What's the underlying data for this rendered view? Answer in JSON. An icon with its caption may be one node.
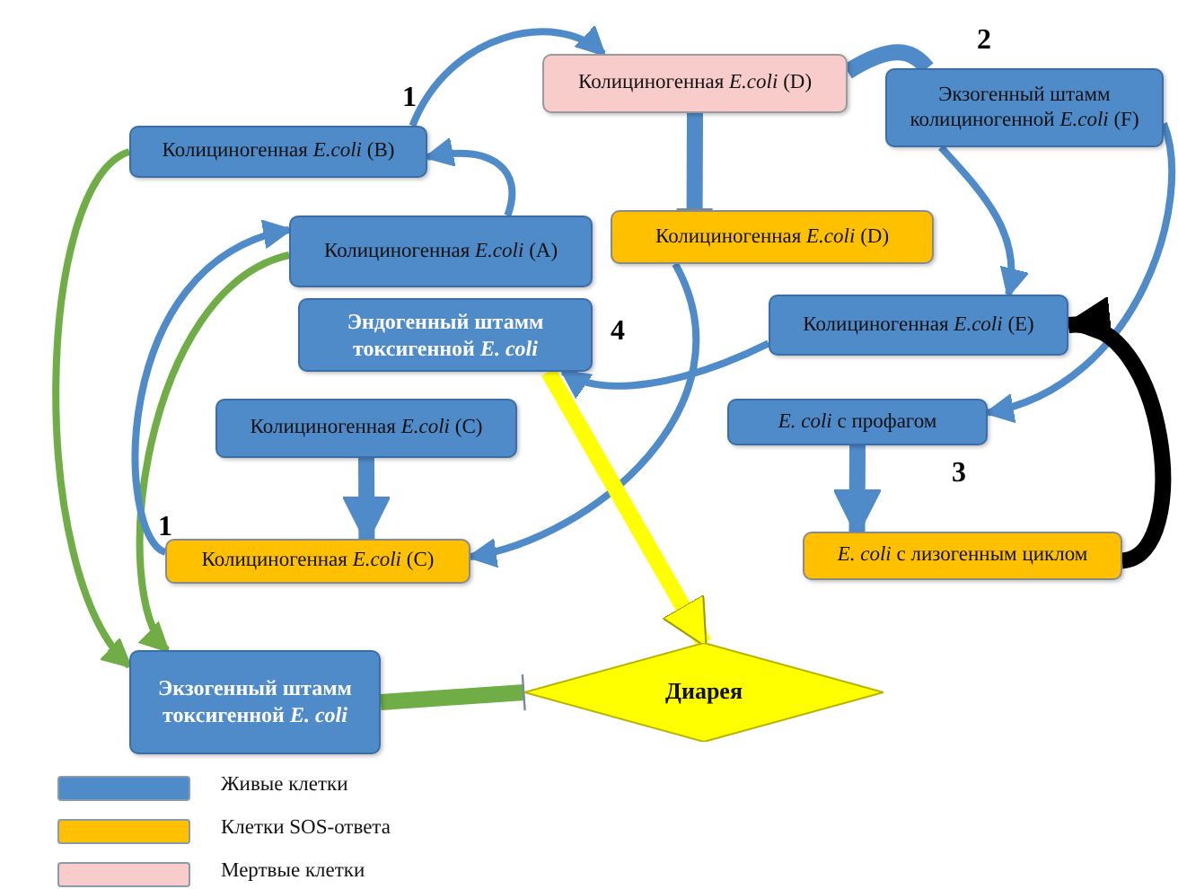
{
  "diagram": {
    "nodes": [
      {
        "text": [
          "Колициногенная *E.coli* (B)"
        ]
      },
      {
        "text": [
          "Колициногенная *E.coli* (D)"
        ]
      },
      {
        "text": [
          "Экзогенный штамм колициногенной *E.coli* (F)"
        ]
      },
      {
        "text": [
          "Колициногенная *E.coli* (A)"
        ]
      },
      {
        "text": [
          "Колициногенная *E.coli* (D)"
        ]
      },
      {
        "text": [
          "Эндогенный штамм токсигенной *E. coli*"
        ]
      },
      {
        "text": [
          "Колициногенная *E.coli* (E)"
        ]
      },
      {
        "text": [
          "Колициногенная *E.coli* (C)"
        ]
      },
      {
        "text": [
          "*E. coli* с профагом"
        ]
      },
      {
        "text": [
          "Колициногенная *E.coli* (C)"
        ]
      },
      {
        "text": [
          "*E. coli* с лизогенным циклом"
        ]
      },
      {
        "text": [
          "Экзогенный штамм токсигенной *E. coli*"
        ]
      },
      {
        "text": [
          "Диарея"
        ]
      }
    ],
    "edges": [
      {
        "from": 0,
        "to": 1,
        "arrow": "to"
      },
      {
        "from": 1,
        "to": 4,
        "arrow": "other",
        "style": "thick"
      },
      {
        "from": 1,
        "to": 2,
        "arrow": "none",
        "style": "thick"
      },
      {
        "from": 2,
        "to": 6,
        "arrow": "to"
      },
      {
        "from": 2,
        "to": 8,
        "arrow": "to"
      },
      {
        "from": 3,
        "to": 0,
        "arrow": "to"
      },
      {
        "from": 4,
        "to": 9,
        "arrow": "to"
      },
      {
        "from": 6,
        "to": 5,
        "arrow": "to"
      },
      {
        "from": 7,
        "to": 9,
        "arrow": "to",
        "style": "thick"
      },
      {
        "from": 8,
        "to": 10,
        "arrow": "to",
        "style": "thick"
      },
      {
        "from": 10,
        "to": 6,
        "arrow": "to",
        "style": "thick",
        "color": "#000000"
      },
      {
        "from": 0,
        "to": 11,
        "arrow": "to",
        "color": "#70ad47"
      },
      {
        "from": 3,
        "to": 11,
        "arrow": "to",
        "color": "#70ad47"
      },
      {
        "from": 9,
        "to": 3,
        "arrow": "to"
      },
      {
        "from": 5,
        "to": 12,
        "arrow": "to",
        "style": "thick",
        "color": "#ffff00"
      },
      {
        "from": 11,
        "to": 12,
        "arrow": "other",
        "style": "thick",
        "color": "#70ad47"
      }
    ],
    "labels": [
      "1",
      "2",
      "4",
      "1",
      "3"
    ],
    "legend": [
      {
        "text": "Живые клетки",
        "color": "#4f8ac9"
      },
      {
        "text": "Клетки SOS-ответа",
        "color": "#ffc000"
      },
      {
        "text": "Мертвые клетки",
        "color": "#f9cccc"
      }
    ]
  }
}
